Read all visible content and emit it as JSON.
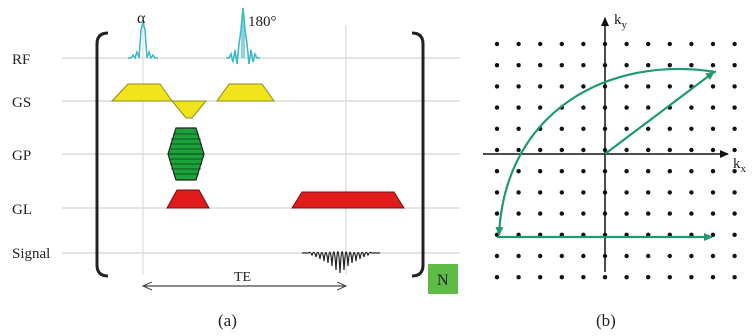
{
  "panel_a": {
    "caption": "(a)",
    "rows": [
      {
        "key": "rf",
        "label": "RF"
      },
      {
        "key": "gs",
        "label": "GS"
      },
      {
        "key": "gp",
        "label": "GP"
      },
      {
        "key": "gl",
        "label": "GL"
      },
      {
        "key": "signal",
        "label": "Signal"
      }
    ],
    "alpha_label": "α",
    "pulse_180_label": "180°",
    "te_label": "TE",
    "repeat_label": "N",
    "colors": {
      "rf_pulse": "#3fb8c9",
      "slice_select": "#f2e41a",
      "phase_encode": "#1aa33a",
      "readout": "#e01b1b",
      "repeat_box": "#5dbb46"
    }
  },
  "panel_b": {
    "caption": "(b)",
    "kx_label": "k",
    "kx_sub": "x",
    "ky_label": "k",
    "ky_sub": "y",
    "trajectory_color": "#1f9a6a"
  }
}
